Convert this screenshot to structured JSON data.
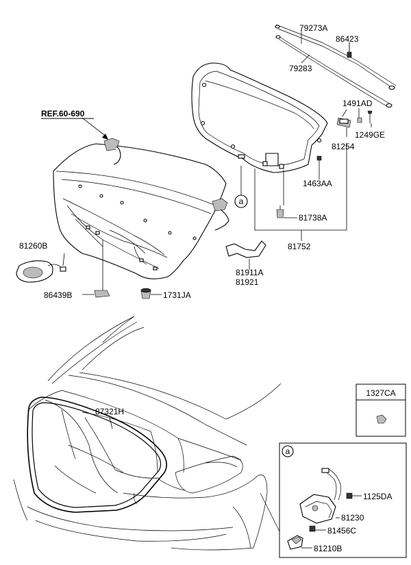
{
  "reference": "REF.60-690",
  "callout_letter": "a",
  "inset_part_number": "1327CA",
  "part_labels": {
    "p79273A": "79273A",
    "p86423": "86423",
    "p79283": "79283",
    "p1491AD": "1491AD",
    "p1249GE": "1249GE",
    "p81254": "81254",
    "p1463AA": "1463AA",
    "p81738A": "81738A",
    "p81752": "81752",
    "p81260B": "81260B",
    "p81911A": "81911A",
    "p81921": "81921",
    "p86439B": "86439B",
    "p1731JA": "1731JA",
    "p87321H": "87321H"
  },
  "detail_labels": {
    "p1125DA": "1125DA",
    "p81230": "81230",
    "p81456C": "81456C",
    "p81210B": "81210B"
  }
}
